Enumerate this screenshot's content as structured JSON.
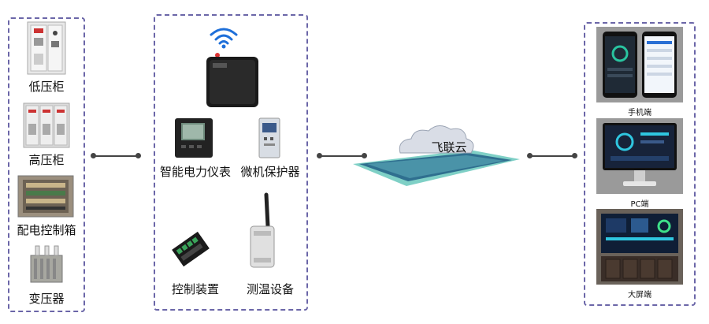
{
  "left_group": {
    "items": [
      {
        "label": "低压柜"
      },
      {
        "label": "高压柜"
      },
      {
        "label": "配电控制箱"
      },
      {
        "label": "变压器"
      }
    ]
  },
  "middle_group": {
    "devices": [
      {
        "label": "智能电力仪表"
      },
      {
        "label": "微机保护器"
      },
      {
        "label": "控制装置"
      },
      {
        "label": "测温设备"
      }
    ]
  },
  "cloud": {
    "label": "飞联云"
  },
  "right_group": {
    "terminals": [
      {
        "label": "手机端"
      },
      {
        "label": "PC端"
      },
      {
        "label": "大屏端"
      }
    ]
  }
}
